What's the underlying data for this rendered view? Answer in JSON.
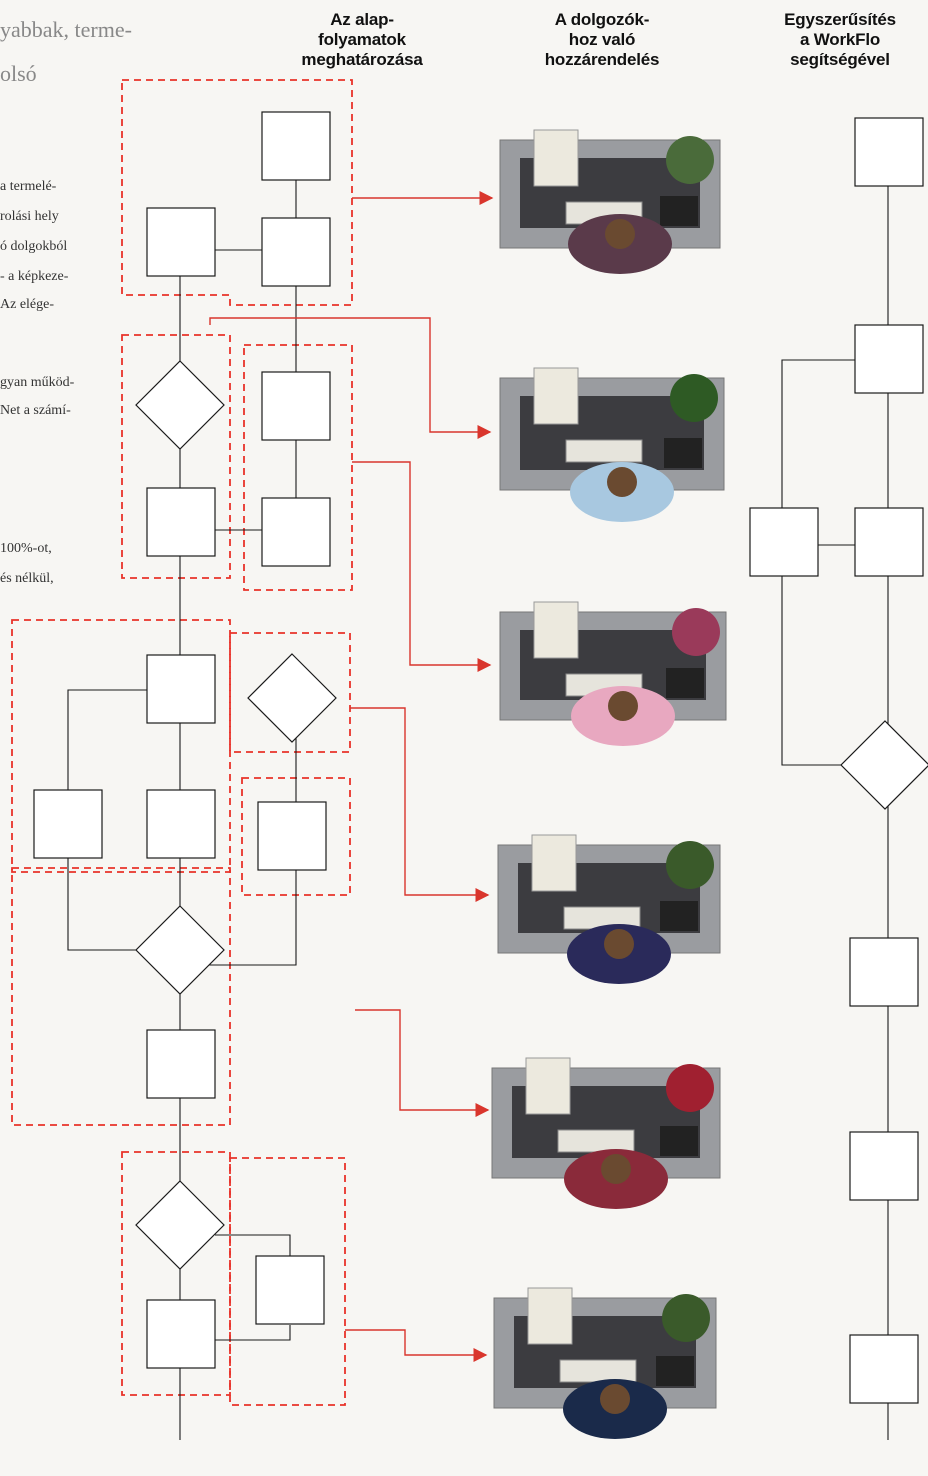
{
  "headers": {
    "col1": [
      "Az alap-",
      "folyamatok",
      "meghatározása"
    ],
    "col2": [
      "A dolgozók-",
      "hoz való",
      "hozzárendelés"
    ],
    "col3": [
      "Egyszerűsítés",
      "a WorkFlo",
      "segítségével"
    ]
  },
  "left_text": {
    "heading": [
      "yabbak, terme-",
      "olsó"
    ],
    "lines": [
      "a termelé-",
      "rolási hely",
      "ó dolgokból",
      "- a képkeze-",
      "Az elége-",
      "",
      "gyan működ-",
      "Net a számí-",
      "",
      "",
      "",
      "100%-ot,",
      "és nélkül,"
    ]
  },
  "desk_icon": "office-desk-worker-photo-icon",
  "colors": {
    "dashed": "#e8332a",
    "arrow": "#d9352c",
    "line": "#1a1a1a",
    "desk": "#9a9ca0"
  }
}
